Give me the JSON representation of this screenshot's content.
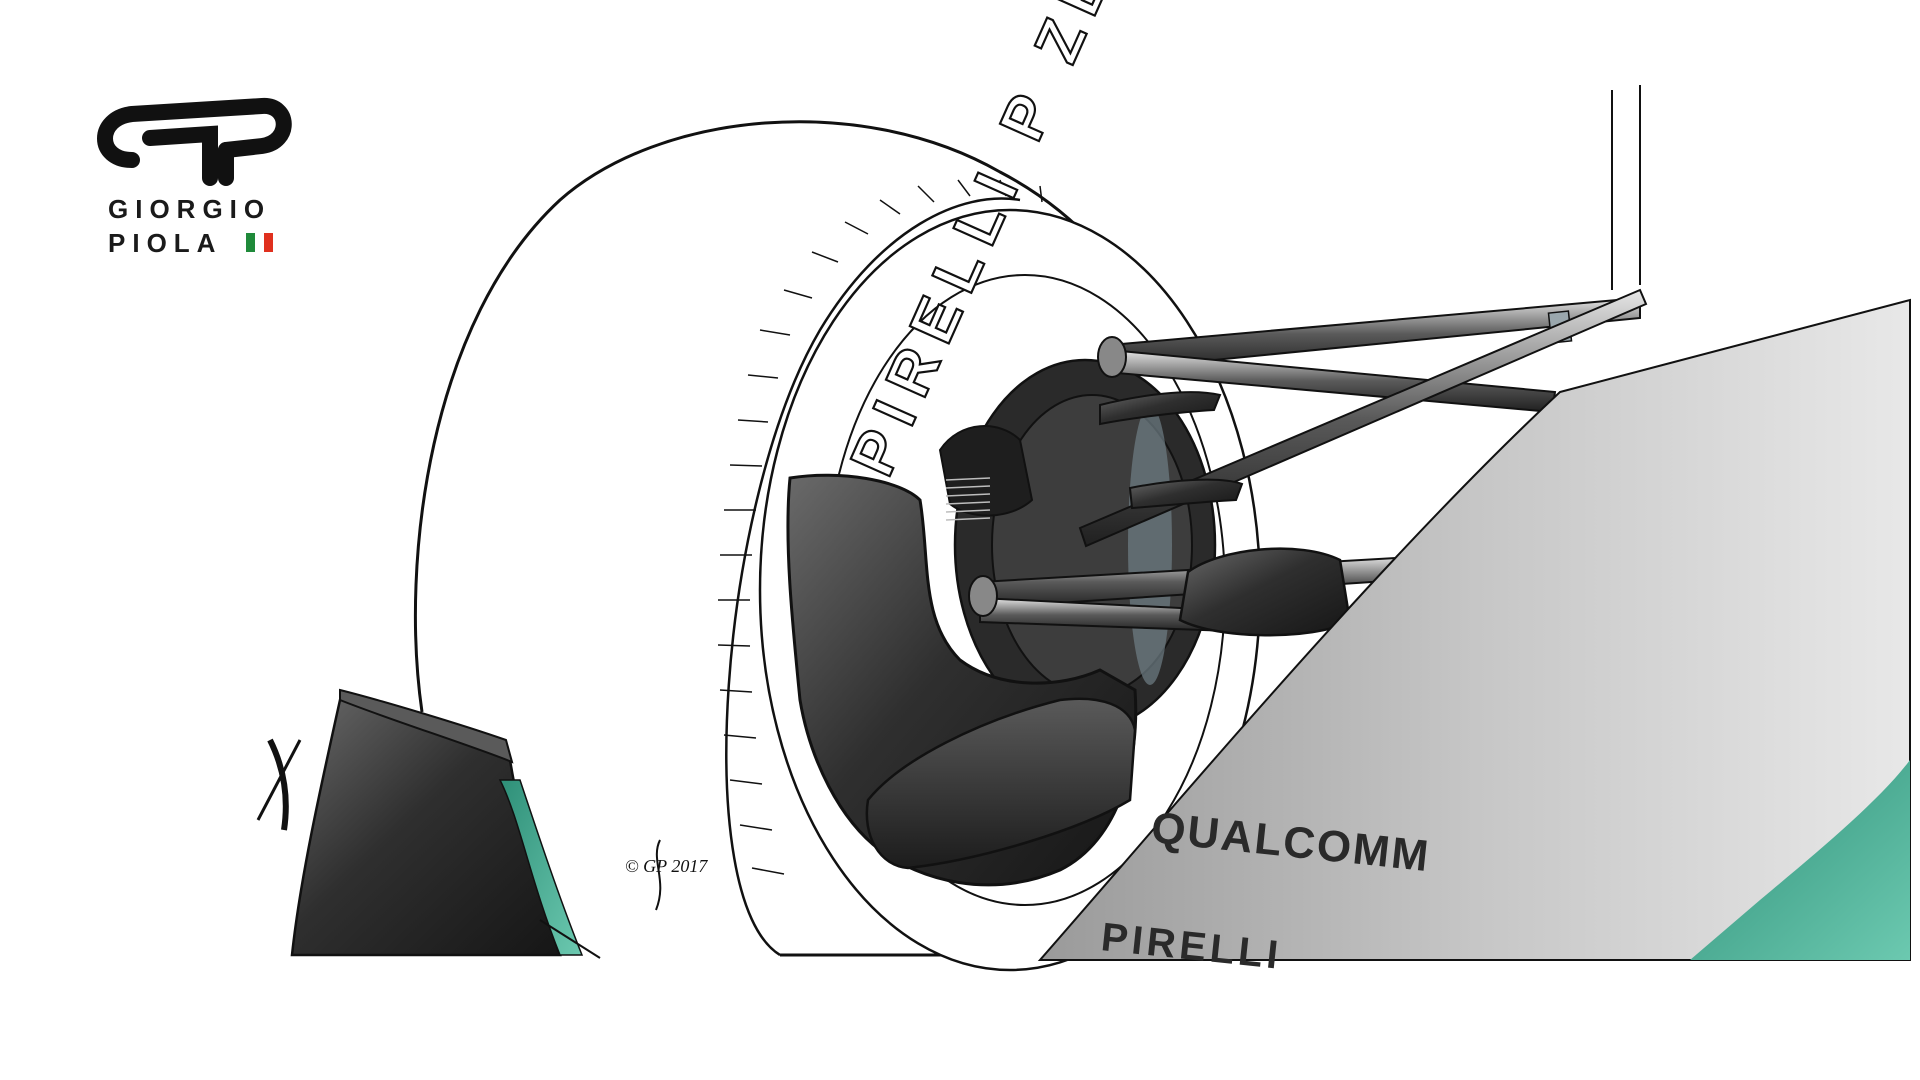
{
  "logo": {
    "monogram": "GP",
    "line1": "GIORGIO",
    "line2": "PIOLA",
    "flag_colors": [
      "#1f8a3a",
      "#ffffff",
      "#e0301e"
    ]
  },
  "illustration": {
    "tyre_sidewall_text": "PIRELLI P ZERO",
    "sponsor_text": "QUALCOMM",
    "lower_sponsor_text": "PIRELLI",
    "signature": "© GP 2017"
  },
  "colors": {
    "ink": "#111111",
    "carbon_dark": "#2b2b2b",
    "carbon_mid": "#4a4a4a",
    "nose_gray": "#b8b8b8",
    "petronas_teal": "#3aa58c",
    "background": "#ffffff"
  }
}
